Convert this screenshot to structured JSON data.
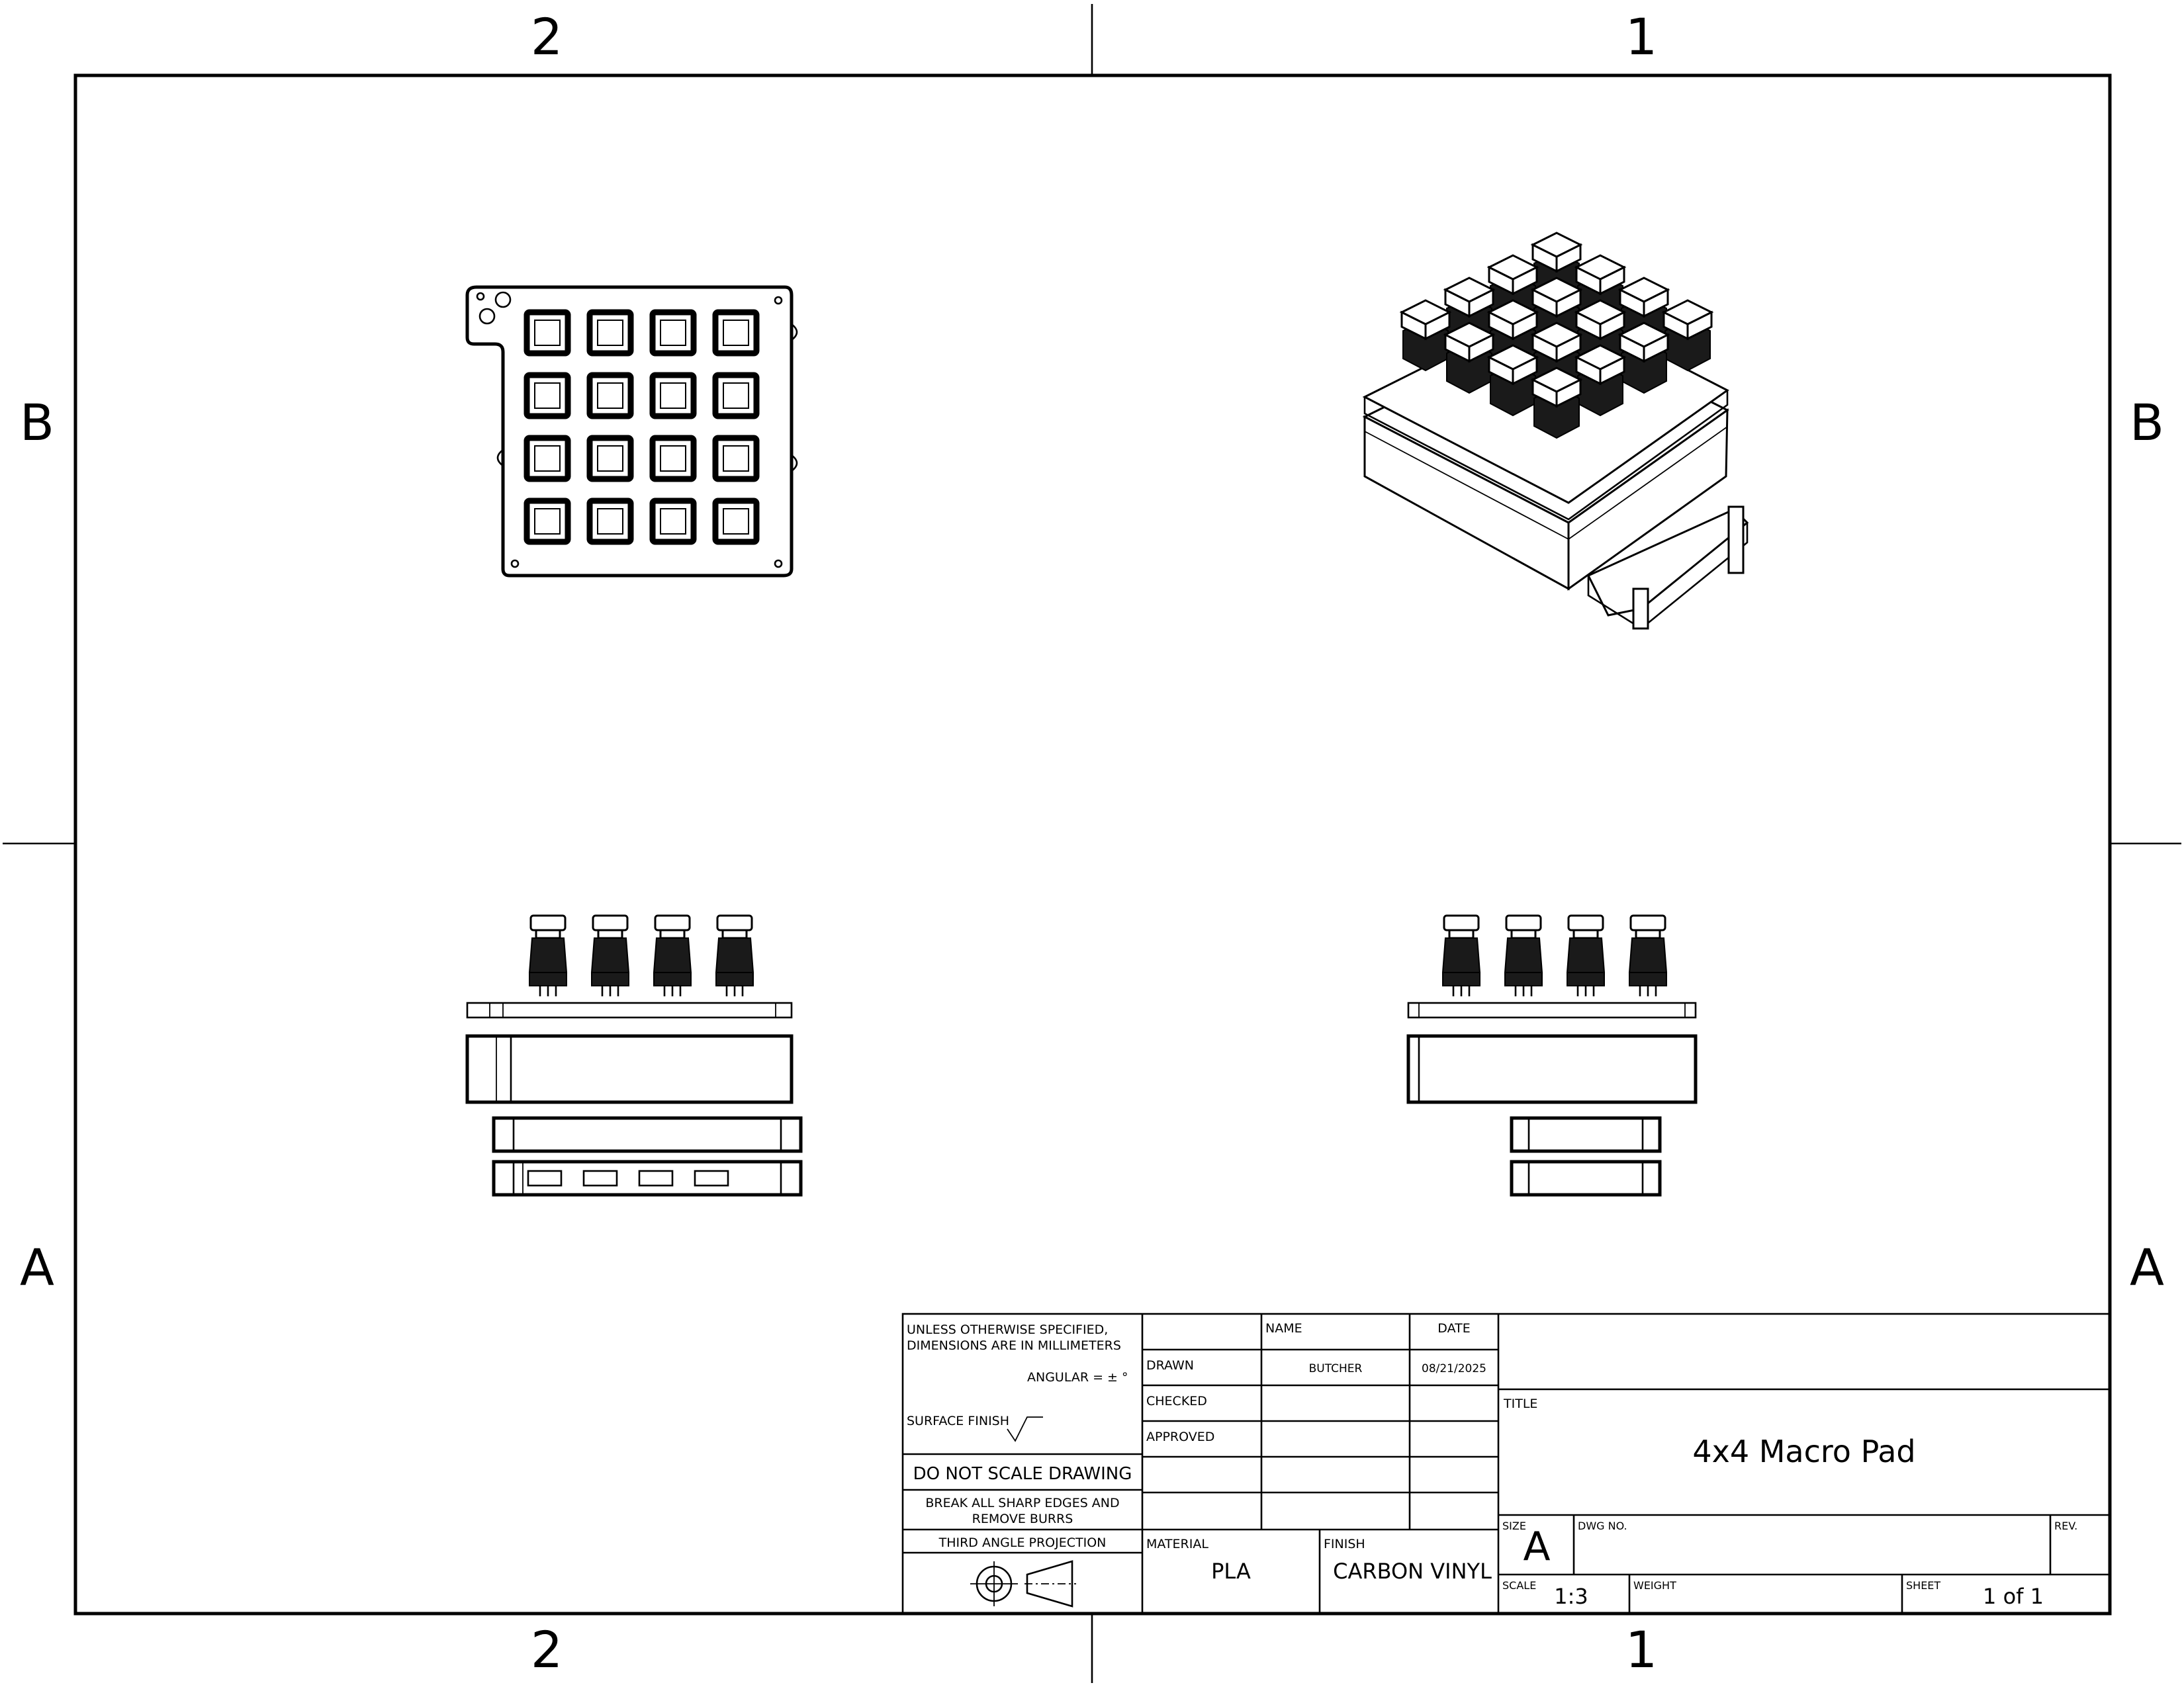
{
  "zones": {
    "columns": [
      "2",
      "1"
    ],
    "rows": [
      "B",
      "A"
    ]
  },
  "title_block": {
    "tolerance_note_line1": "UNLESS OTHERWISE SPECIFIED,",
    "tolerance_note_line2": "DIMENSIONS ARE IN MILLIMETERS",
    "angular": "ANGULAR = ± °",
    "surface_finish": "SURFACE FINISH",
    "do_not_scale": "DO NOT SCALE DRAWING",
    "break_edges_line1": "BREAK ALL SHARP EDGES AND",
    "break_edges_line2": "REMOVE BURRS",
    "projection": "THIRD ANGLE PROJECTION",
    "name_header": "NAME",
    "date_header": "DATE",
    "drawn_label": "DRAWN",
    "drawn_name": "BUTCHER",
    "drawn_date": "08/21/2025",
    "checked_label": "CHECKED",
    "approved_label": "APPROVED",
    "material_label": "MATERIAL",
    "material_value": "PLA",
    "finish_label": "FINISH",
    "finish_value": "CARBON VINYL",
    "title_label": "TITLE",
    "title_value": "4x4 Macro Pad",
    "size_label": "SIZE",
    "size_value": "A",
    "dwg_no_label": "DWG NO.",
    "rev_label": "REV.",
    "scale_label": "SCALE",
    "scale_value": "1:3",
    "weight_label": "WEIGHT",
    "sheet_label": "SHEET",
    "sheet_value": "1 of 1"
  },
  "views": {
    "top": {
      "key_rows": 4,
      "key_cols": 4
    },
    "iso": {
      "key_rows": 4,
      "key_cols": 4
    },
    "front": {
      "keys": 4,
      "port_slots": 4
    },
    "side": {
      "keys": 4
    }
  }
}
